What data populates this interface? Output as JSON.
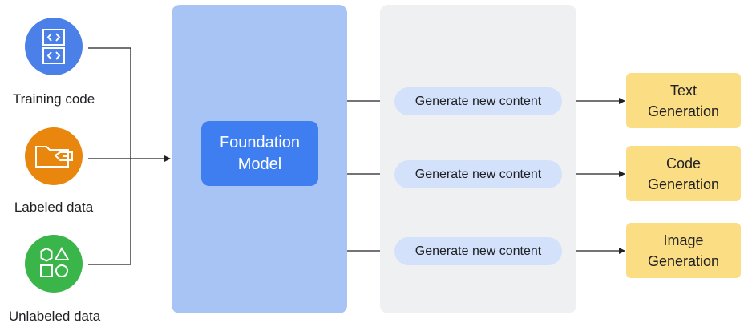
{
  "inputs": [
    {
      "label": "Training code",
      "icon": "code-icon",
      "color": "#4a80e8"
    },
    {
      "label": "Labeled data",
      "icon": "folder-icon",
      "color": "#e8860e"
    },
    {
      "label": "Unlabeled data",
      "icon": "shapes-icon",
      "color": "#3ab54a"
    }
  ],
  "model": {
    "line1": "Foundation",
    "line2": "Model",
    "color": "#3f7ef0",
    "panel_color": "#a8c4f5"
  },
  "generate_pills": [
    "Generate new content",
    "Generate new content",
    "Generate new content"
  ],
  "outputs": [
    {
      "line1": "Text",
      "line2": "Generation"
    },
    {
      "line1": "Code",
      "line2": "Generation"
    },
    {
      "line1": "Image",
      "line2": "Generation"
    }
  ],
  "colors": {
    "output_box": "#fbdd83",
    "pill": "#d3e1fb",
    "gray_panel": "#eef0f2",
    "connector": "#202124"
  }
}
